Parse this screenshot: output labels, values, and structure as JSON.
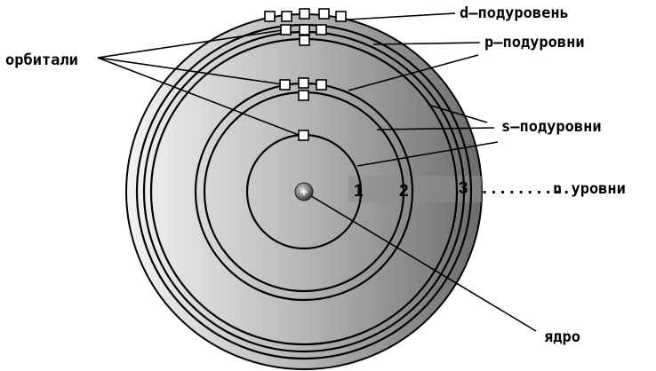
{
  "labels": {
    "d_sublevel": "d–подуровень",
    "p_sublevels": "p–подуровни",
    "s_sublevels": "s–подуровни",
    "orbitals": "орбитали",
    "n_levels": "n уровни",
    "dots": "...........",
    "nucleus": "ядро",
    "nucleus_sign": "+",
    "level_1": "1",
    "level_2": "2",
    "level_3": "3"
  },
  "colors": {
    "shading_light": "#f2f2f2",
    "shading_mid": "#9a9a9a",
    "shading_dark": "#6e6e6e",
    "lines": "#000000",
    "orbital_box": "#ffffff"
  }
}
